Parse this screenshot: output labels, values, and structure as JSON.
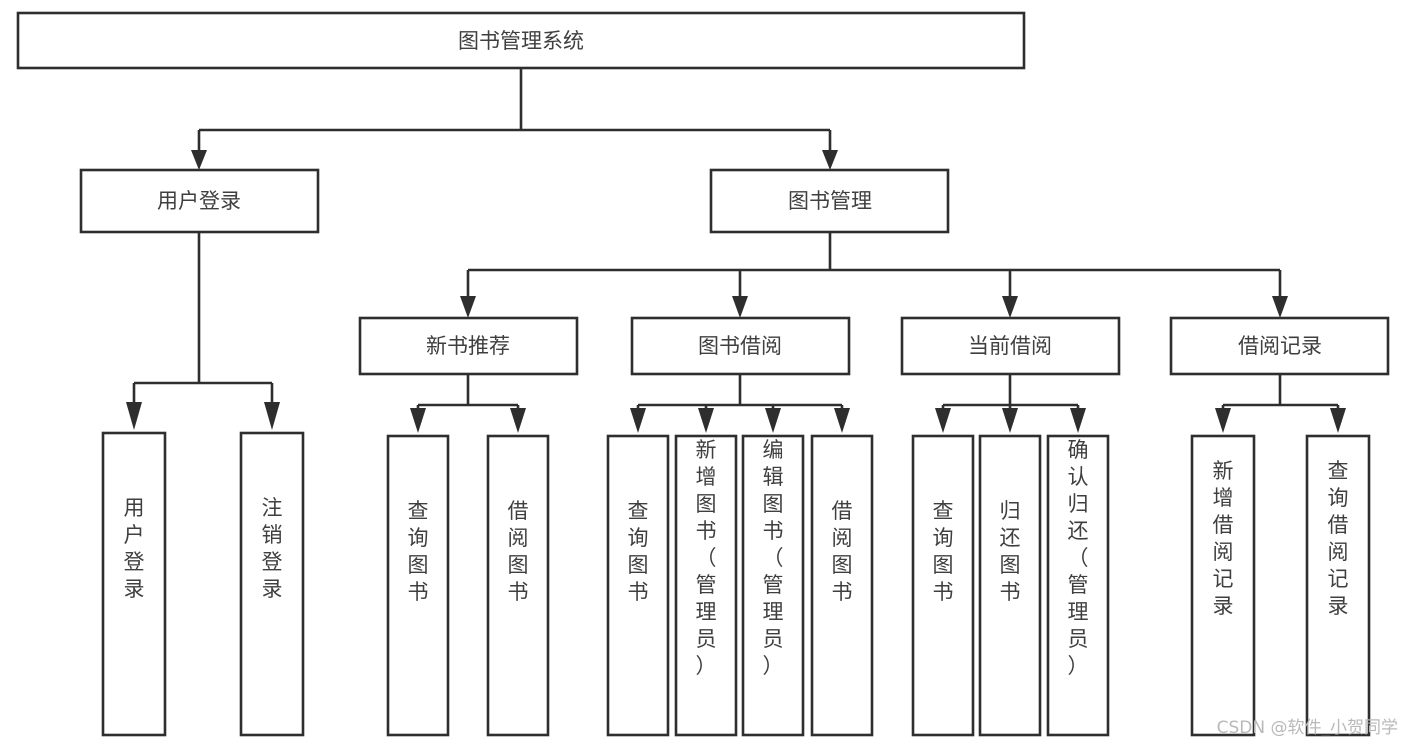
{
  "diagram": {
    "type": "tree-hierarchy-flowchart",
    "root": {
      "id": "root",
      "label": "图书管理系统"
    },
    "level2": [
      {
        "id": "user-login",
        "label": "用户登录"
      },
      {
        "id": "book-manage",
        "label": "图书管理"
      }
    ],
    "level3": [
      {
        "id": "new-book-recommend",
        "label": "新书推荐",
        "parent": "book-manage"
      },
      {
        "id": "book-borrow",
        "label": "图书借阅",
        "parent": "book-manage"
      },
      {
        "id": "current-borrow",
        "label": "当前借阅",
        "parent": "book-manage"
      },
      {
        "id": "borrow-record",
        "label": "借阅记录",
        "parent": "book-manage"
      }
    ],
    "leaves": [
      {
        "id": "leaf-user-login",
        "label": "用户登录",
        "parent": "user-login"
      },
      {
        "id": "leaf-logout-login",
        "label": "注销登录",
        "parent": "user-login"
      },
      {
        "id": "leaf-query-book-1",
        "label": "查询图书",
        "parent": "new-book-recommend"
      },
      {
        "id": "leaf-borrow-book-1",
        "label": "借阅图书",
        "parent": "new-book-recommend"
      },
      {
        "id": "leaf-query-book-2",
        "label": "查询图书",
        "parent": "book-borrow"
      },
      {
        "id": "leaf-add-book",
        "label": "新增图书（管理员）",
        "parent": "book-borrow"
      },
      {
        "id": "leaf-edit-book",
        "label": "编辑图书（管理员）",
        "parent": "book-borrow"
      },
      {
        "id": "leaf-borrow-book-2",
        "label": "借阅图书",
        "parent": "book-borrow"
      },
      {
        "id": "leaf-query-book-3",
        "label": "查询图书",
        "parent": "current-borrow"
      },
      {
        "id": "leaf-return-book",
        "label": "归还图书",
        "parent": "current-borrow"
      },
      {
        "id": "leaf-confirm-return",
        "label": "确认归还（管理员）",
        "parent": "current-borrow"
      },
      {
        "id": "leaf-add-record",
        "label": "新增借阅记录",
        "parent": "borrow-record"
      },
      {
        "id": "leaf-query-record",
        "label": "查询借阅记录",
        "parent": "borrow-record"
      }
    ]
  },
  "watermark": {
    "text": "CSDN @软件_小贺同学"
  },
  "colors": {
    "background": "#ffffff",
    "box_fill": "#ffffff",
    "box_stroke": "#2e2e2e",
    "text": "#3f3f3f",
    "watermark": "#b9b9b9"
  }
}
